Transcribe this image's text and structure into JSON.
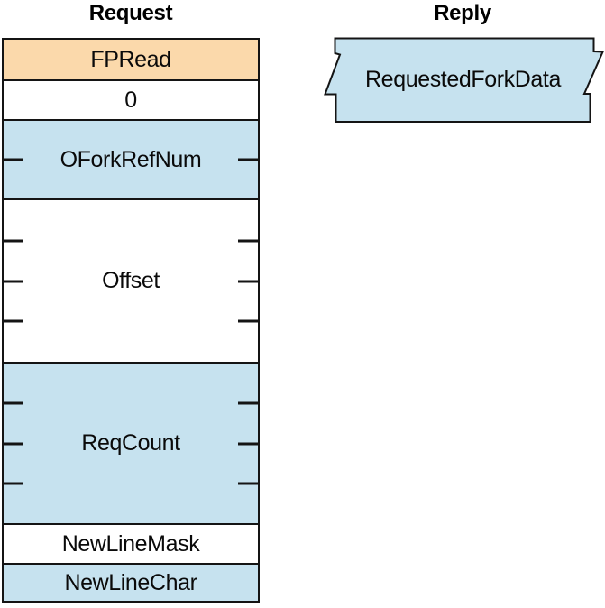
{
  "headers": {
    "request": "Request",
    "reply": "Reply"
  },
  "request_fields": [
    {
      "label": "FPRead",
      "fill": "peach",
      "size_units": 1,
      "byte_ticks": 0
    },
    {
      "label": "0",
      "fill": "white",
      "size_units": 1,
      "byte_ticks": 0
    },
    {
      "label": "OForkRefNum",
      "fill": "blue",
      "size_units": 2,
      "byte_ticks": 1
    },
    {
      "label": "Offset",
      "fill": "white",
      "size_units": 4,
      "byte_ticks": 3
    },
    {
      "label": "ReqCount",
      "fill": "blue",
      "size_units": 4,
      "byte_ticks": 3
    },
    {
      "label": "NewLineMask",
      "fill": "white",
      "size_units": 1,
      "byte_ticks": 0
    },
    {
      "label": "NewLineChar",
      "fill": "blue",
      "size_units": 1,
      "byte_ticks": 0
    }
  ],
  "reply_fields": [
    {
      "label": "RequestedForkData",
      "fill": "blue",
      "shape": "jagged-variable-length"
    }
  ],
  "colors": {
    "peach": "#fbd9ab",
    "blue": "#c6e2ef",
    "line": "#141414",
    "background": "#ffffff"
  }
}
